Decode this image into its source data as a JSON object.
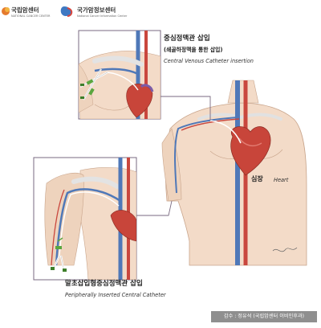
{
  "logos": {
    "ncc_name": "국립암센터",
    "ncc_sub": "NATIONAL CANCER CENTER",
    "cic_name": "국가암정보센터",
    "cic_sub": "National Cancer Information Center"
  },
  "labels": {
    "cvc_title": "중심정맥관 삽입",
    "cvc_subtitle": "(쇄골하정맥을 통한 삽입)",
    "cvc_english": "Central Venous Catheter insertion",
    "heart_korean": "심장",
    "heart_english": "Heart",
    "picc_title": "말초삽입형중심정맥관 삽입",
    "picc_english": "Peripherally Inserted Central Catheter",
    "signature": "Sahyo C"
  },
  "credit": "감수 : 정유석 (국립암센터 이비인후과)",
  "colors": {
    "vein": "#4f78b8",
    "artery": "#c9473e",
    "skin": "#f3dbc8",
    "heart": "#c8453a",
    "box_border": "#7a6a80",
    "catheter_green": "#5aa63f"
  }
}
